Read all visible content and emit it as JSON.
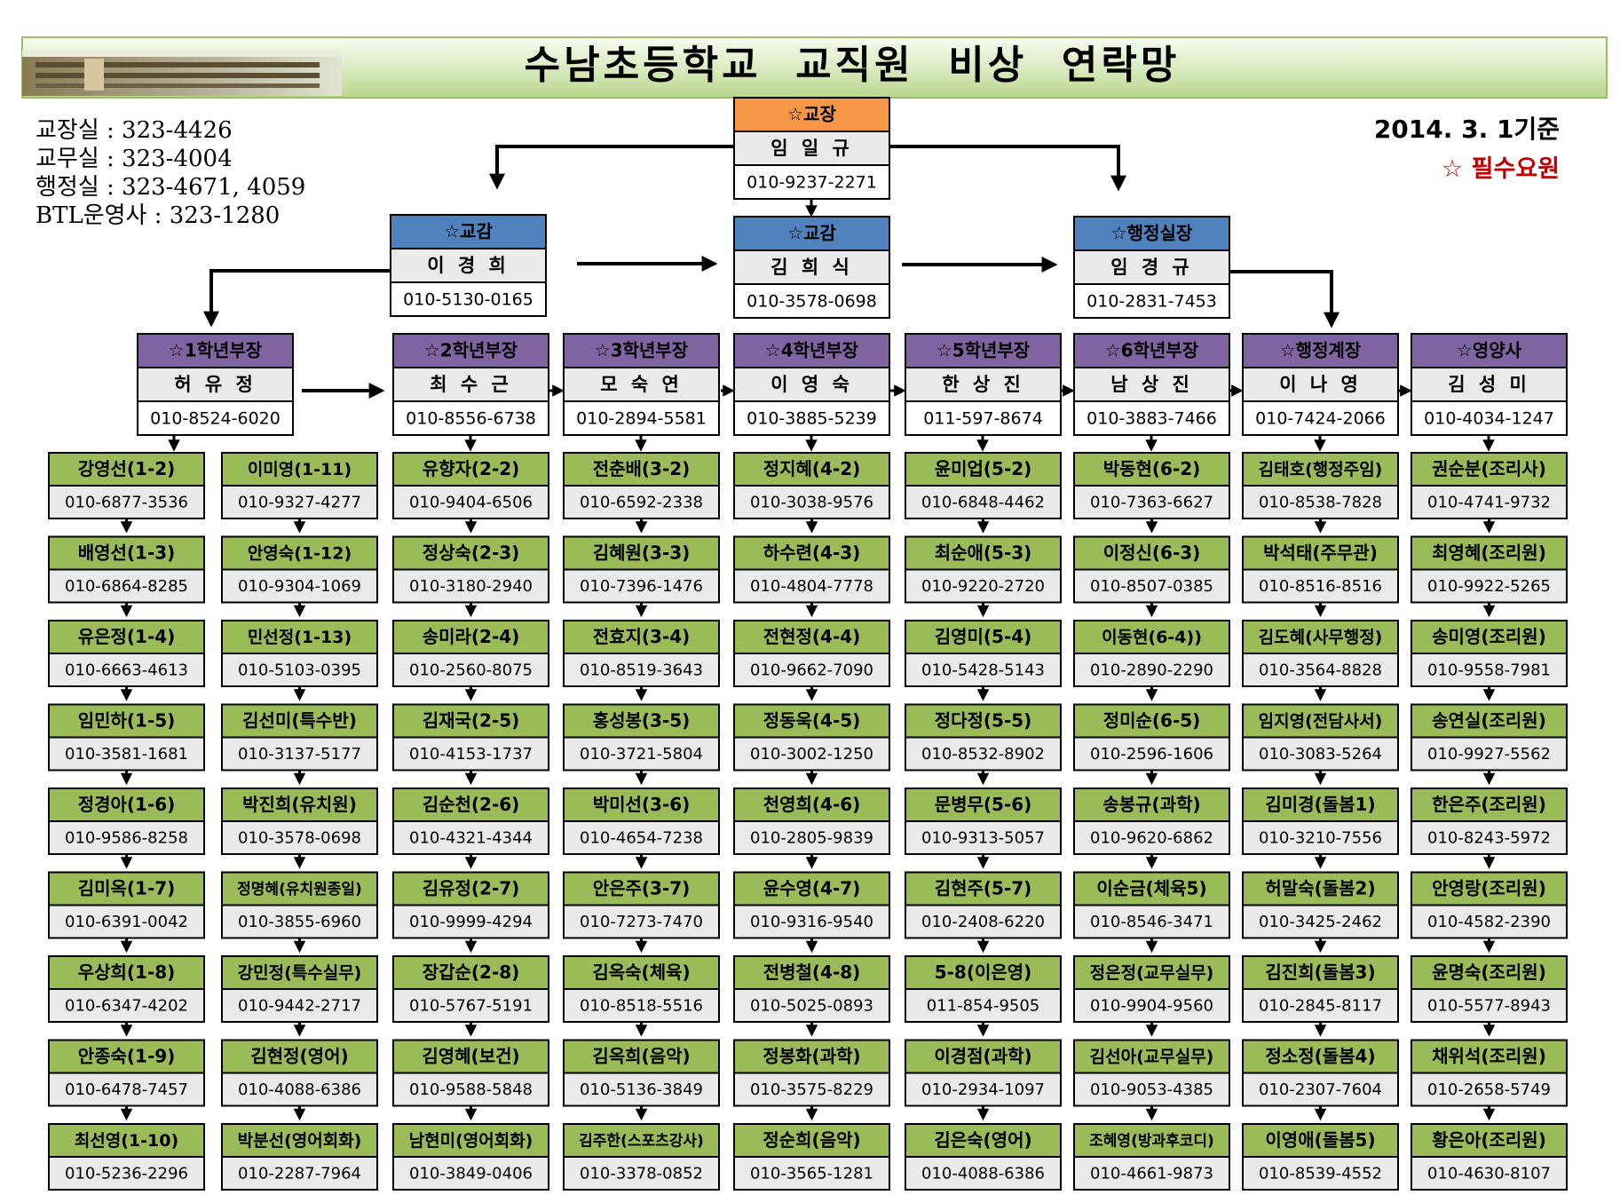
{
  "title": "수남초등학교  교직원  비상  연락망",
  "date_label": "2014. 3. 1기준",
  "legend_label": "☆ 필수요원",
  "contact_lines": [
    "교장실 : 323-4426",
    "교무실 : 323-4004",
    "행정실 : 323-4671, 4059",
    "BTL운영사 : 323-1280"
  ],
  "colors": {
    "principal_header": "#f79646",
    "vice_header": "#4f81bd",
    "head_header": "#8064a2",
    "staff_header": "#9bbb59",
    "name_bg": "#eaeaea",
    "line": "#000000"
  },
  "principal": {
    "role": "☆교장",
    "name": "임 일 규",
    "phone": "010-9237-2271"
  },
  "vice_principals": [
    {
      "role": "☆교감",
      "name": "이 경 희",
      "phone": "010-5130-0165"
    },
    {
      "role": "☆교감",
      "name": "김 희 식",
      "phone": "010-3578-0698"
    },
    {
      "role": "☆행정실장",
      "name": "임 경 규",
      "phone": "010-2831-7453"
    }
  ],
  "heads": [
    {
      "role": "☆1학년부장",
      "name": "허 유 정",
      "phone": "010-8524-6020"
    },
    {
      "role": "☆2학년부장",
      "name": "최 수 근",
      "phone": "010-8556-6738"
    },
    {
      "role": "☆3학년부장",
      "name": "모 숙 연",
      "phone": "010-2894-5581"
    },
    {
      "role": "☆4학년부장",
      "name": "이 영 숙",
      "phone": "010-3885-5239"
    },
    {
      "role": "☆5학년부장",
      "name": "한 상 진",
      "phone": "011-597-8674"
    },
    {
      "role": "☆6학년부장",
      "name": "남 상 진",
      "phone": "010-3883-7466"
    },
    {
      "role": "☆행정계장",
      "name": "이 나 영",
      "phone": "010-7424-2066"
    },
    {
      "role": "☆영양사",
      "name": "김 성 미",
      "phone": "010-4034-1247"
    }
  ],
  "staff_columns": [
    [
      {
        "name": "강영선(1-2)",
        "phone": "010-6877-3536"
      },
      {
        "name": "배영선(1-3)",
        "phone": "010-6864-8285"
      },
      {
        "name": "유은정(1-4)",
        "phone": "010-6663-4613"
      },
      {
        "name": "임민하(1-5)",
        "phone": "010-3581-1681"
      },
      {
        "name": "정경아(1-6)",
        "phone": "010-9586-8258"
      },
      {
        "name": "김미옥(1-7)",
        "phone": "010-6391-0042"
      },
      {
        "name": "우상희(1-8)",
        "phone": "010-6347-4202"
      },
      {
        "name": "안종숙(1-9)",
        "phone": "010-6478-7457"
      },
      {
        "name": "최선영(1-10)",
        "phone": "010-5236-2296"
      }
    ],
    [
      {
        "name": "이미영(1-11)",
        "phone": "010-9327-4277"
      },
      {
        "name": "안영숙(1-12)",
        "phone": "010-9304-1069"
      },
      {
        "name": "민선정(1-13)",
        "phone": "010-5103-0395"
      },
      {
        "name": "김선미(특수반)",
        "phone": "010-3137-5177"
      },
      {
        "name": "박진희(유치원)",
        "phone": "010-3578-0698"
      },
      {
        "name": "정명혜(유치원종일)",
        "phone": "010-3855-6960"
      },
      {
        "name": "강민정(특수실무)",
        "phone": "010-9442-2717"
      },
      {
        "name": "김현정(영어)",
        "phone": "010-4088-6386"
      },
      {
        "name": "박분선(영어회화)",
        "phone": "010-2287-7964"
      }
    ],
    [
      {
        "name": "유향자(2-2)",
        "phone": "010-9404-6506"
      },
      {
        "name": "정상숙(2-3)",
        "phone": "010-3180-2940"
      },
      {
        "name": "송미라(2-4)",
        "phone": "010-2560-8075"
      },
      {
        "name": "김재국(2-5)",
        "phone": "010-4153-1737"
      },
      {
        "name": "김순천(2-6)",
        "phone": "010-4321-4344"
      },
      {
        "name": "김유정(2-7)",
        "phone": "010-9999-4294"
      },
      {
        "name": "장갑순(2-8)",
        "phone": "010-5767-5191"
      },
      {
        "name": "김영혜(보건)",
        "phone": "010-9588-5848"
      },
      {
        "name": "남현미(영어회화)",
        "phone": "010-3849-0406"
      }
    ],
    [
      {
        "name": "전춘배(3-2)",
        "phone": "010-6592-2338"
      },
      {
        "name": "김혜원(3-3)",
        "phone": "010-7396-1476"
      },
      {
        "name": "전효지(3-4)",
        "phone": "010-8519-3643"
      },
      {
        "name": "홍성봉(3-5)",
        "phone": "010-3721-5804"
      },
      {
        "name": "박미선(3-6)",
        "phone": "010-4654-7238"
      },
      {
        "name": "안은주(3-7)",
        "phone": "010-7273-7470"
      },
      {
        "name": "김옥숙(체육)",
        "phone": "010-8518-5516"
      },
      {
        "name": "김옥희(음악)",
        "phone": "010-5136-3849"
      },
      {
        "name": "김주한(스포츠강사)",
        "phone": "010-3378-0852"
      }
    ],
    [
      {
        "name": "정지혜(4-2)",
        "phone": "010-3038-9576"
      },
      {
        "name": "하수련(4-3)",
        "phone": "010-4804-7778"
      },
      {
        "name": "전현정(4-4)",
        "phone": "010-9662-7090"
      },
      {
        "name": "정동욱(4-5)",
        "phone": "010-3002-1250"
      },
      {
        "name": "천영희(4-6)",
        "phone": "010-2805-9839"
      },
      {
        "name": "윤수영(4-7)",
        "phone": "010-9316-9540"
      },
      {
        "name": "전병철(4-8)",
        "phone": "010-5025-0893"
      },
      {
        "name": "정봉화(과학)",
        "phone": "010-3575-8229"
      },
      {
        "name": "정순희(음악)",
        "phone": "010-3565-1281"
      }
    ],
    [
      {
        "name": "윤미업(5-2)",
        "phone": "010-6848-4462"
      },
      {
        "name": "최순애(5-3)",
        "phone": "010-9220-2720"
      },
      {
        "name": "김영미(5-4)",
        "phone": "010-5428-5143"
      },
      {
        "name": "정다정(5-5)",
        "phone": "010-8532-8902"
      },
      {
        "name": "문병무(5-6)",
        "phone": "010-9313-5057"
      },
      {
        "name": "김현주(5-7)",
        "phone": "010-2408-6220"
      },
      {
        "name": "5-8(이은영)",
        "phone": "011-854-9505"
      },
      {
        "name": "이경점(과학)",
        "phone": "010-2934-1097"
      },
      {
        "name": "김은숙(영어)",
        "phone": "010-4088-6386"
      }
    ],
    [
      {
        "name": "박동현(6-2)",
        "phone": "010-7363-6627"
      },
      {
        "name": "이정신(6-3)",
        "phone": "010-8507-0385"
      },
      {
        "name": "이동현(6-4))",
        "phone": "010-2890-2290"
      },
      {
        "name": "정미순(6-5)",
        "phone": "010-2596-1606"
      },
      {
        "name": "송봉규(과학)",
        "phone": "010-9620-6862"
      },
      {
        "name": "이순금(체육5)",
        "phone": "010-8546-3471"
      },
      {
        "name": "정은정(교무실무)",
        "phone": "010-9904-9560"
      },
      {
        "name": "김선아(교무실무)",
        "phone": "010-9053-4385"
      },
      {
        "name": "조혜영(방과후코디)",
        "phone": "010-4661-9873"
      }
    ],
    [
      {
        "name": "김태호(행정주임)",
        "phone": "010-8538-7828"
      },
      {
        "name": "박석태(주무관)",
        "phone": "010-8516-8516"
      },
      {
        "name": "김도혜(사무행정)",
        "phone": "010-3564-8828"
      },
      {
        "name": "임지영(전담사서)",
        "phone": "010-3083-5264"
      },
      {
        "name": "김미경(돌봄1)",
        "phone": "010-3210-7556"
      },
      {
        "name": "허말숙(돌봄2)",
        "phone": "010-3425-2462"
      },
      {
        "name": "김진희(돌봄3)",
        "phone": "010-2845-8117"
      },
      {
        "name": "정소정(돌봄4)",
        "phone": "010-2307-7604"
      },
      {
        "name": "이영애(돌봄5)",
        "phone": "010-8539-4552"
      }
    ],
    [
      {
        "name": "권순분(조리사)",
        "phone": "010-4741-9732"
      },
      {
        "name": "최영혜(조리원)",
        "phone": "010-9922-5265"
      },
      {
        "name": "송미영(조리원)",
        "phone": "010-9558-7981"
      },
      {
        "name": "송연실(조리원)",
        "phone": "010-9927-5562"
      },
      {
        "name": "한은주(조리원)",
        "phone": "010-8243-5972"
      },
      {
        "name": "안영랑(조리원)",
        "phone": "010-4582-2390"
      },
      {
        "name": "윤명숙(조리원)",
        "phone": "010-5577-8943"
      },
      {
        "name": "채위석(조리원)",
        "phone": "010-2658-5749"
      },
      {
        "name": "황은아(조리원)",
        "phone": "010-4630-8107"
      }
    ]
  ]
}
